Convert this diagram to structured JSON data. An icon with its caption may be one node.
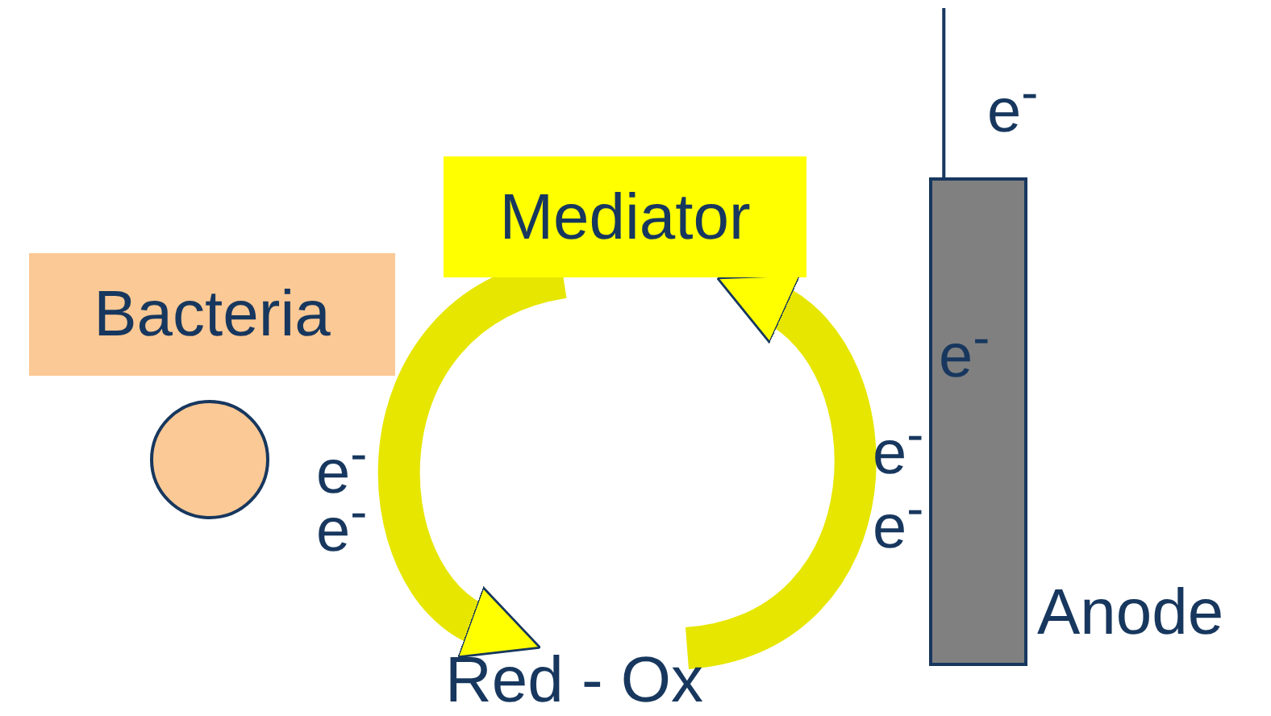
{
  "diagram": {
    "nodes": [
      {
        "text": [
          "Bacteria"
        ]
      },
      {
        "text": [],
        "shape": "circle"
      },
      {
        "text": [
          "Mediator"
        ]
      },
      {
        "text": [
          "Red - Ox"
        ]
      },
      {
        "text": [
          "Anode"
        ]
      }
    ],
    "edges": [
      {
        "from": 2,
        "to": 3,
        "arrow": "to"
      },
      {
        "from": 3,
        "to": 2,
        "arrow": "to"
      },
      {
        "from": 4,
        "to": null,
        "arrow": "none",
        "color": "#17375e"
      }
    ],
    "labels": [
      "e$^{-}$",
      "e$^{-}$",
      "e$^{-}$",
      "e$^{-}$",
      "e$^{-}$",
      "e$^{-}$"
    ]
  }
}
